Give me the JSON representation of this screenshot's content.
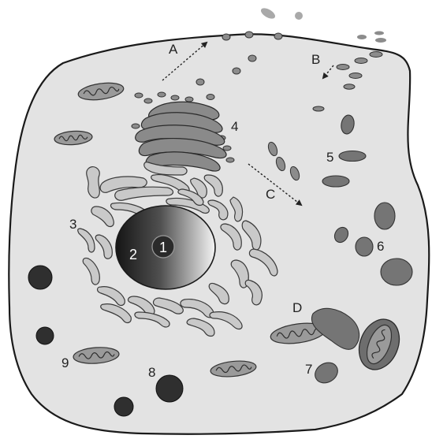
{
  "labels": {
    "A": "A",
    "B": "B",
    "C": "C",
    "D": "D",
    "n1": "1",
    "n2": "2",
    "n3": "3",
    "n4": "4",
    "n5": "5",
    "n6": "6",
    "n7": "7",
    "n8": "8",
    "n9": "9"
  },
  "colors": {
    "cytoplasm": "#e3e3e3",
    "outline": "#1a1a1a",
    "er_fill": "#c9c9c9",
    "golgi_fill": "#8a8a8a",
    "lysosome_fill": "#2f2f2f",
    "nucleus_dark": "#1a1a1a",
    "nucleus_light": "#f2f2f2"
  }
}
